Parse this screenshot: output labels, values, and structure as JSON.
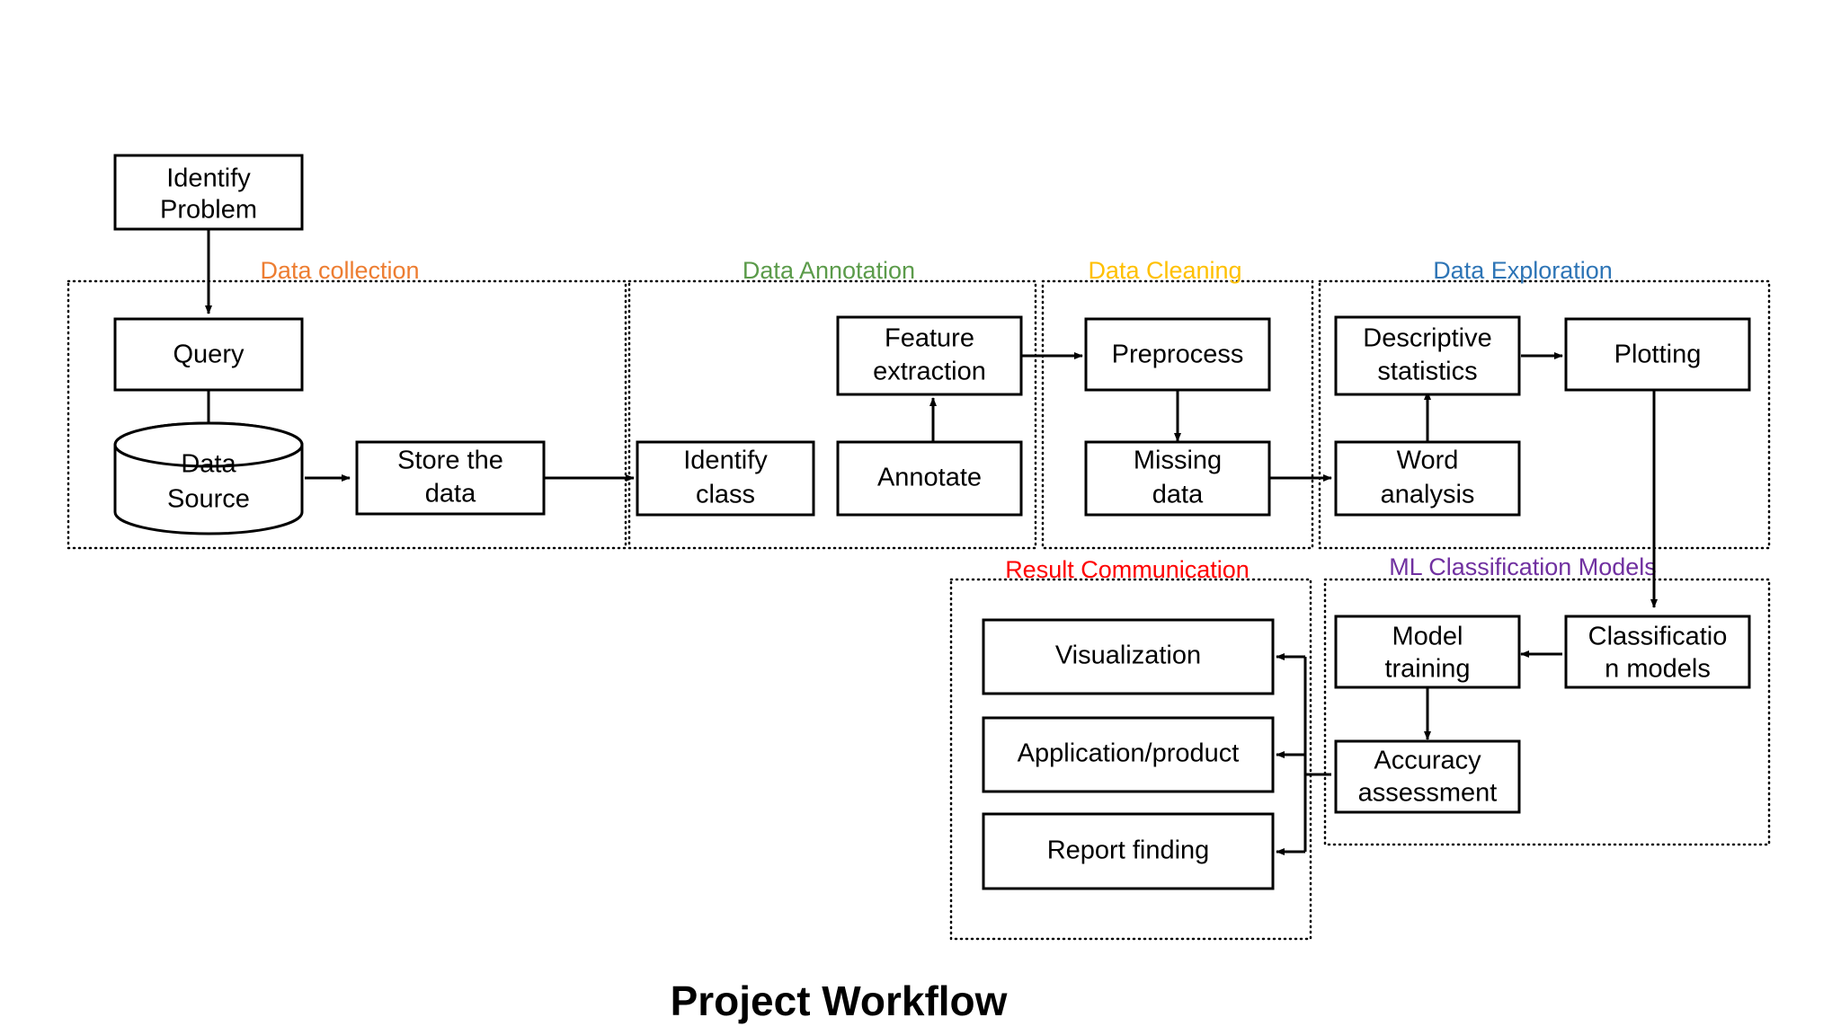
{
  "diagram": {
    "title": "Project Workflow",
    "colors": {
      "data_collection": "#ED7D31",
      "data_annotation": "#5B9B4A",
      "data_cleaning": "#FFC000",
      "data_exploration": "#2E75B6",
      "result_communication": "#FF0000",
      "ml_classification": "#7030A0",
      "node_stroke": "#000000",
      "node_fill": "#FFFFFF",
      "arrow": "#000000"
    },
    "standalone_nodes": [
      {
        "id": "identify-problem",
        "label": "Identify Problem",
        "lines": [
          "Identify",
          "Problem"
        ]
      }
    ],
    "groups": [
      {
        "id": "data-collection",
        "label": "Data collection",
        "color_key": "data_collection",
        "nodes": [
          {
            "id": "query",
            "label": "Query",
            "lines": [
              "Query"
            ],
            "shape": "rect"
          },
          {
            "id": "data-source",
            "label": "Data Source",
            "lines": [
              "Data",
              "Source"
            ],
            "shape": "cylinder"
          },
          {
            "id": "store-the-data",
            "label": "Store the data",
            "lines": [
              "Store the",
              "data"
            ],
            "shape": "rect"
          }
        ]
      },
      {
        "id": "data-annotation",
        "label": "Data Annotation",
        "color_key": "data_annotation",
        "nodes": [
          {
            "id": "feature-extraction",
            "label": "Feature extraction",
            "lines": [
              "Feature",
              "extraction"
            ],
            "shape": "rect"
          },
          {
            "id": "identify-class",
            "label": "Identify class",
            "lines": [
              "Identify",
              "class"
            ],
            "shape": "rect"
          },
          {
            "id": "annotate",
            "label": "Annotate",
            "lines": [
              "Annotate"
            ],
            "shape": "rect"
          }
        ]
      },
      {
        "id": "data-cleaning",
        "label": "Data Cleaning",
        "color_key": "data_cleaning",
        "nodes": [
          {
            "id": "preprocess",
            "label": "Preprocess",
            "lines": [
              "Preprocess"
            ],
            "shape": "rect"
          },
          {
            "id": "missing-data",
            "label": "Missing data",
            "lines": [
              "Missing",
              "data"
            ],
            "shape": "rect"
          }
        ]
      },
      {
        "id": "data-exploration",
        "label": "Data Exploration",
        "color_key": "data_exploration",
        "nodes": [
          {
            "id": "descriptive-statistics",
            "label": "Descriptive statistics",
            "lines": [
              "Descriptive",
              "statistics"
            ],
            "shape": "rect"
          },
          {
            "id": "plotting",
            "label": "Plotting",
            "lines": [
              "Plotting"
            ],
            "shape": "rect"
          },
          {
            "id": "word-analysis",
            "label": "Word analysis",
            "lines": [
              "Word",
              "analysis"
            ],
            "shape": "rect"
          }
        ]
      },
      {
        "id": "result-communication",
        "label": "Result Communication",
        "color_key": "result_communication",
        "nodes": [
          {
            "id": "visualization",
            "label": "Visualization",
            "lines": [
              "Visualization"
            ],
            "shape": "rect"
          },
          {
            "id": "application-product",
            "label": "Application/product",
            "lines": [
              "Application/product"
            ],
            "shape": "rect"
          },
          {
            "id": "report-finding",
            "label": "Report finding",
            "lines": [
              "Report finding"
            ],
            "shape": "rect"
          }
        ]
      },
      {
        "id": "ml-classification-models",
        "label": "ML Classification Models",
        "color_key": "ml_classification",
        "nodes": [
          {
            "id": "model-training",
            "label": "Model training",
            "lines": [
              "Model",
              "training"
            ],
            "shape": "rect"
          },
          {
            "id": "classification-models",
            "label": "Classification models",
            "lines": [
              "Classificatio",
              "n models"
            ],
            "shape": "rect"
          },
          {
            "id": "accuracy-assessment",
            "label": "Accuracy assessment",
            "lines": [
              "Accuracy",
              "assessment"
            ],
            "shape": "rect"
          }
        ]
      }
    ],
    "edges": [
      {
        "from": "identify-problem",
        "to": "query"
      },
      {
        "from": "query",
        "to": "data-source"
      },
      {
        "from": "data-source",
        "to": "store-the-data"
      },
      {
        "from": "store-the-data",
        "to": "identify-class"
      },
      {
        "from": "annotate",
        "to": "feature-extraction"
      },
      {
        "from": "feature-extraction",
        "to": "preprocess"
      },
      {
        "from": "preprocess",
        "to": "missing-data"
      },
      {
        "from": "missing-data",
        "to": "word-analysis"
      },
      {
        "from": "word-analysis",
        "to": "descriptive-statistics"
      },
      {
        "from": "descriptive-statistics",
        "to": "plotting"
      },
      {
        "from": "plotting",
        "to": "classification-models"
      },
      {
        "from": "classification-models",
        "to": "model-training"
      },
      {
        "from": "model-training",
        "to": "accuracy-assessment"
      },
      {
        "from": "accuracy-assessment",
        "to": "visualization"
      },
      {
        "from": "accuracy-assessment",
        "to": "application-product"
      },
      {
        "from": "accuracy-assessment",
        "to": "report-finding"
      }
    ]
  }
}
